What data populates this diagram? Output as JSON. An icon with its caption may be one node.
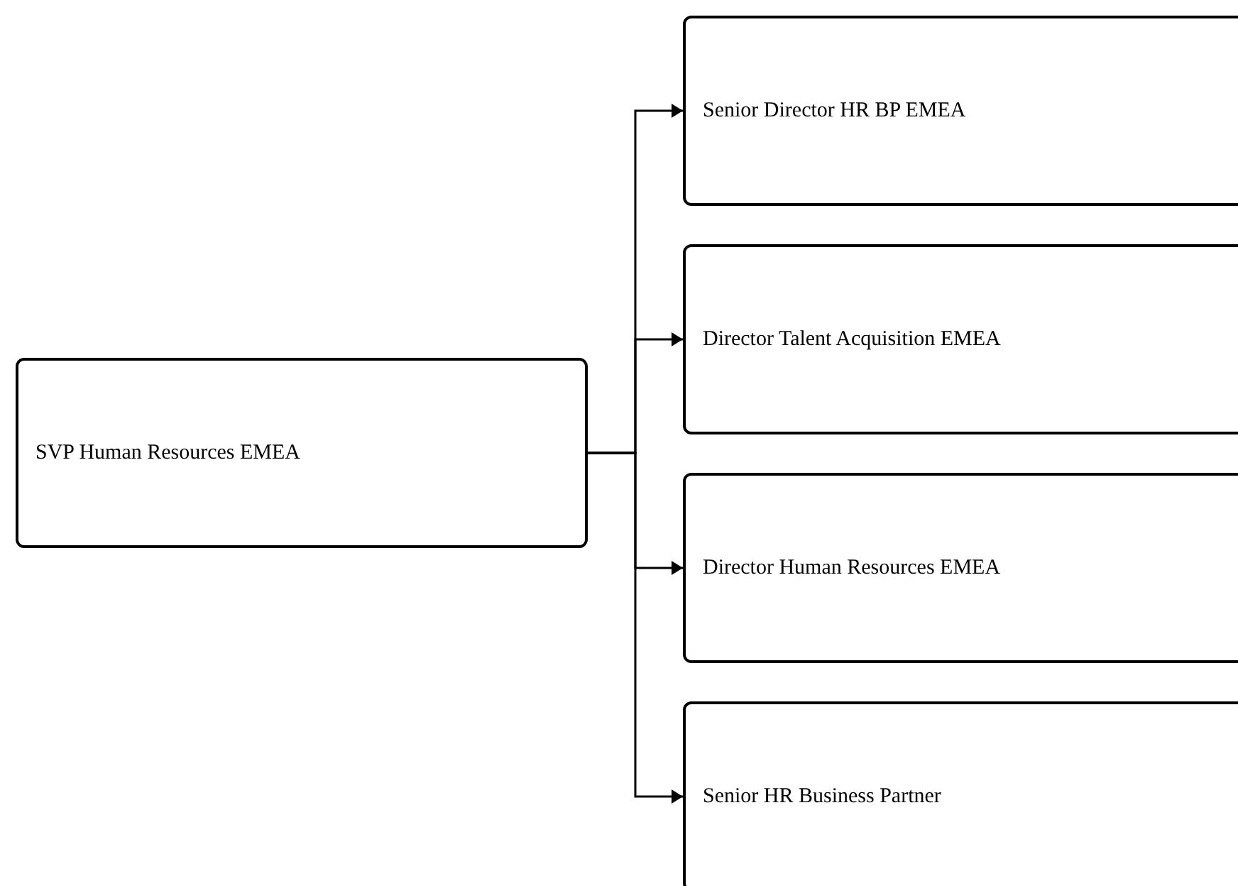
{
  "diagram": {
    "nodes": [
      {
        "text": [
          "SVP Human Resources EMEA"
        ]
      },
      {
        "text": [
          "Senior Director HR BP EMEA"
        ]
      },
      {
        "text": [
          "Director Talent Acquisition EMEA"
        ]
      },
      {
        "text": [
          "Director Human Resources EMEA"
        ]
      },
      {
        "text": [
          "Senior HR Business Partner"
        ]
      }
    ],
    "edges": [
      {
        "from": 0,
        "to": 1,
        "arrow": "to"
      },
      {
        "from": 0,
        "to": 2,
        "arrow": "to"
      },
      {
        "from": 0,
        "to": 3,
        "arrow": "to"
      },
      {
        "from": 0,
        "to": 4,
        "arrow": "to"
      }
    ]
  }
}
